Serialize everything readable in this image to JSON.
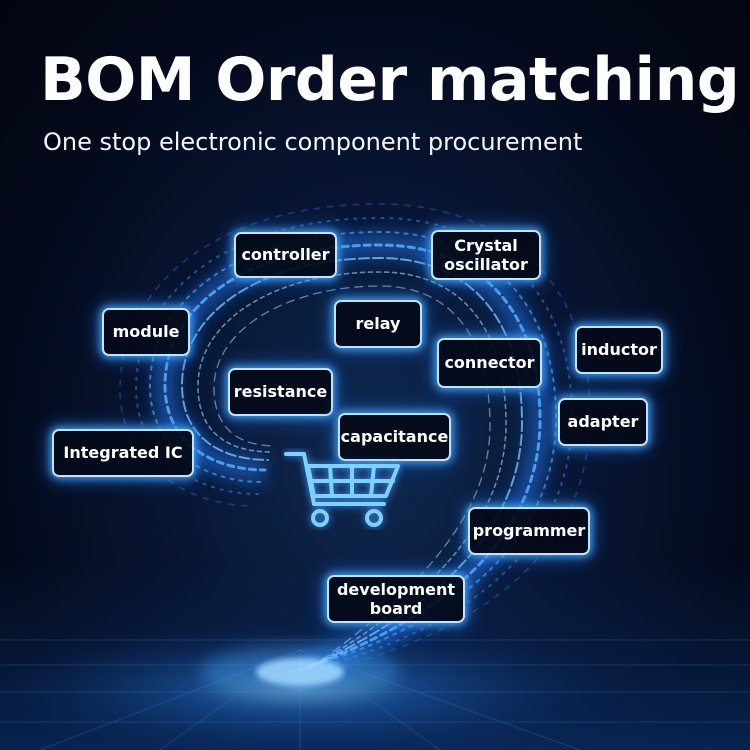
{
  "title": "BOM Order matching",
  "subtitle": "One stop electronic component procurement",
  "tags": {
    "controller": "controller",
    "crystal_line1": "Crystal",
    "crystal_line2": "oscillator",
    "module": "module",
    "relay": "relay",
    "inductor": "inductor",
    "connector": "connector",
    "resistance": "resistance",
    "adapter": "adapter",
    "capacitance": "capacitance",
    "integrated_ic": "Integrated IC",
    "programmer": "programmer",
    "development_line1": "development",
    "development_line2": "board"
  },
  "icons": {
    "cart": "shopping-cart-icon"
  },
  "colors": {
    "background": "#040a1c",
    "glow": "#4fb3ff",
    "tag_border": "#bfe4ff",
    "text": "#ffffff"
  }
}
